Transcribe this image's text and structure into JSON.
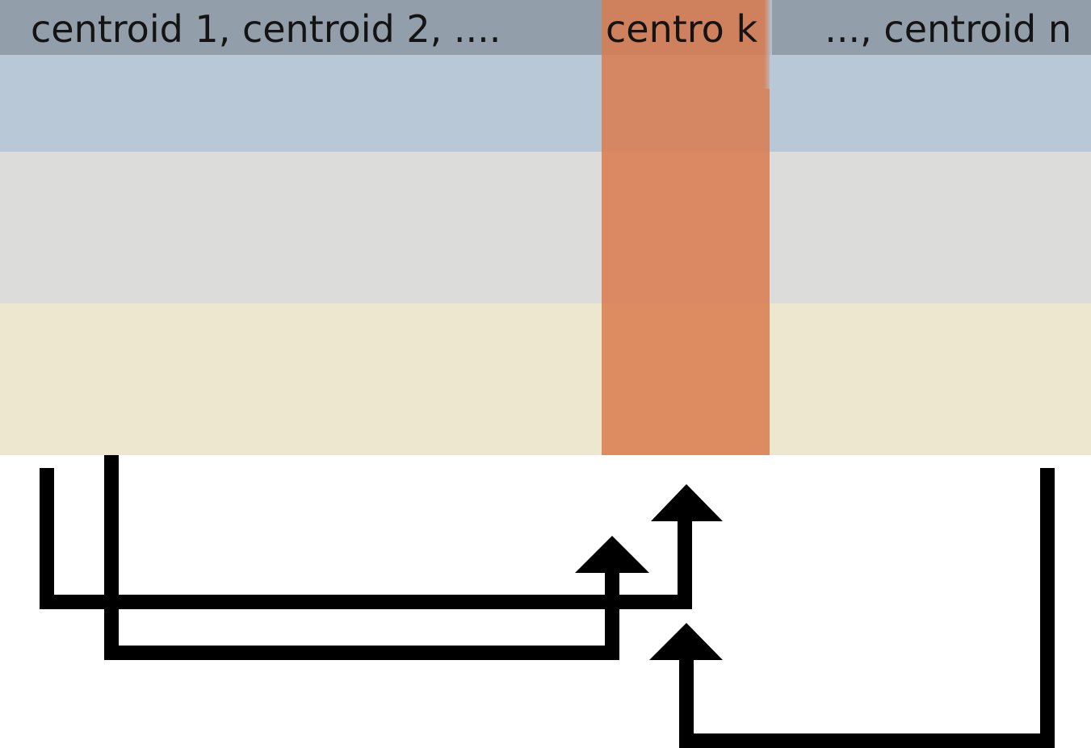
{
  "header": {
    "left_label": "centroid 1,  centroid 2,  ....",
    "highlight_label": "centro k",
    "right_label": "..., centroid n"
  },
  "colors": {
    "header": "#929fab",
    "row_1": "#b8c8d7",
    "row_2": "#dcdcdb",
    "row_3": "#eee7cf",
    "highlight": "#d97a4e",
    "arrow": "#000000"
  }
}
